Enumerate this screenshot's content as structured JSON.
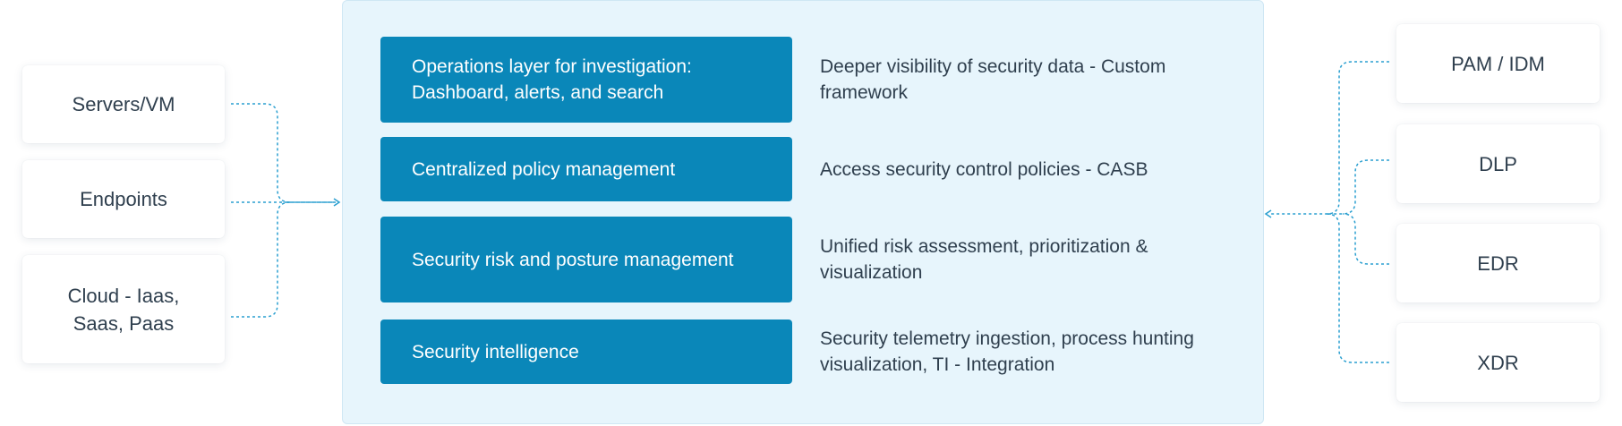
{
  "sources": [
    {
      "label": "Servers/VM"
    },
    {
      "label": "Endpoints"
    },
    {
      "label": "Cloud - Iaas,\nSaas, Paas"
    }
  ],
  "capabilities": [
    {
      "name": "Operations layer for investigation: Dashboard, alerts, and search",
      "description": "Deeper visibility of security data - Custom framework"
    },
    {
      "name": "Centralized policy management",
      "description": "Access security control policies - CASB"
    },
    {
      "name": "Security risk and posture management",
      "description": "Unified risk assessment, prioritization & visualization"
    },
    {
      "name": "Security intelligence",
      "description": "Security telemetry ingestion, process hunting visualization, TI - Integration"
    }
  ],
  "targets": [
    {
      "label": "PAM / IDM"
    },
    {
      "label": "DLP"
    },
    {
      "label": "EDR"
    },
    {
      "label": "XDR"
    }
  ],
  "colors": {
    "capability_box": "#0a87b9",
    "panel_background": "#e7f5fc",
    "connector": "#2a9fd0",
    "text": "#2f3f4e"
  }
}
